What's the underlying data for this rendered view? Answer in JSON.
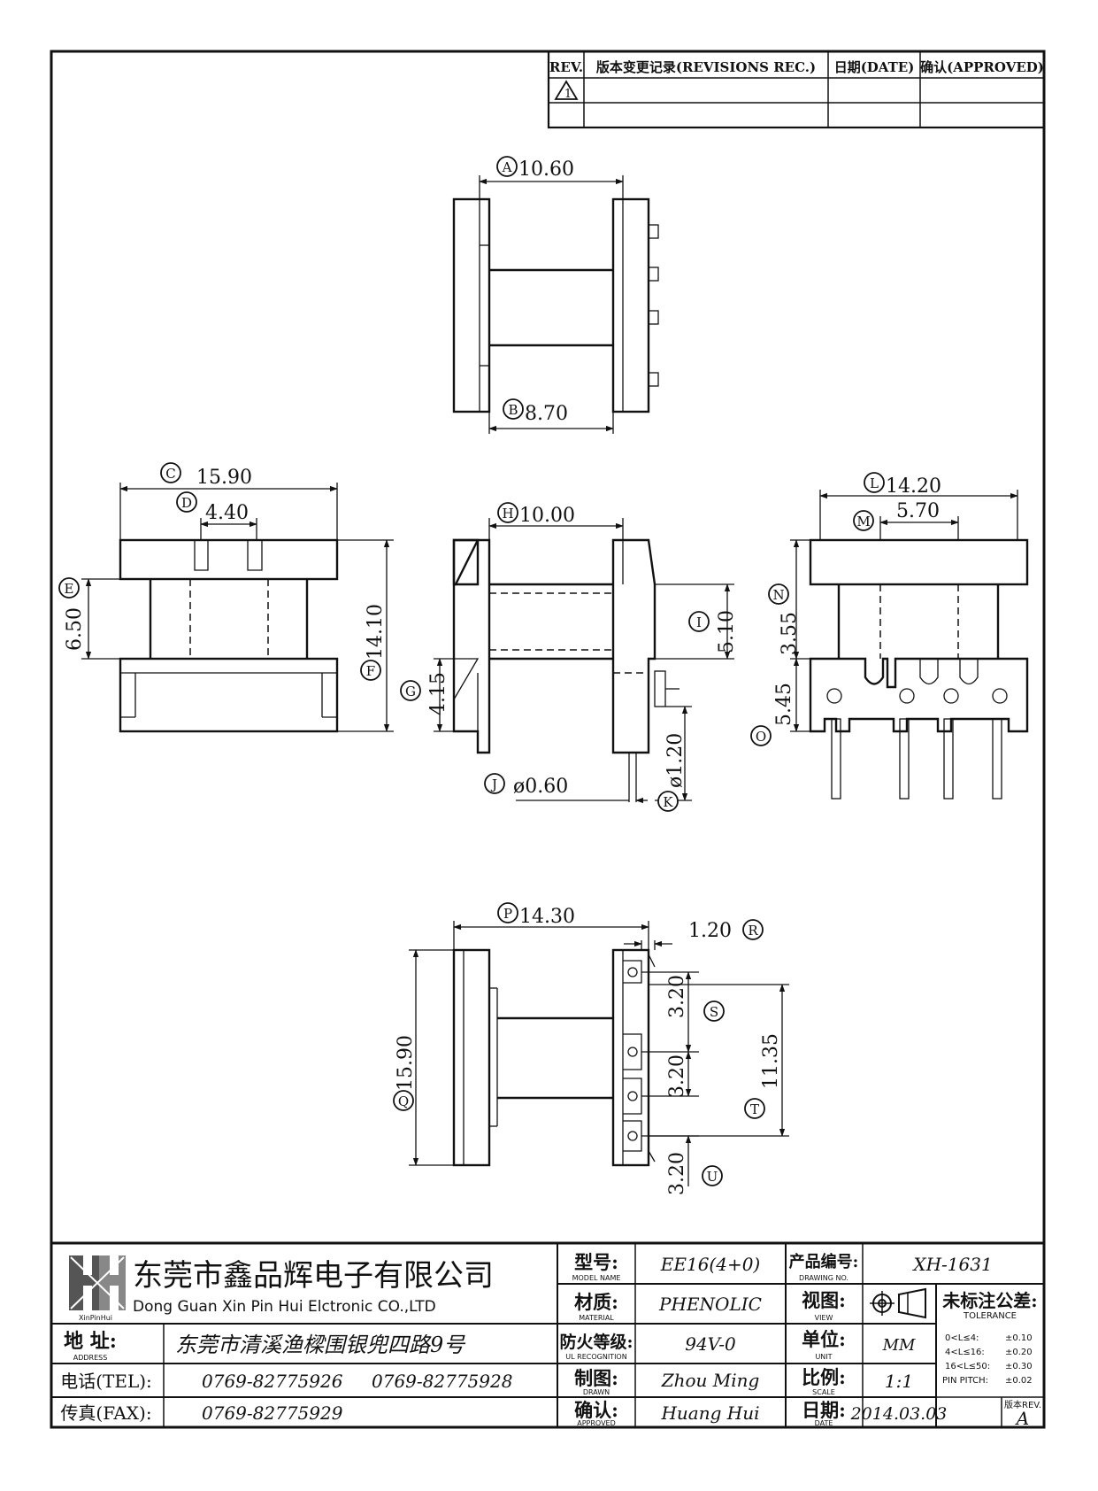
{
  "revision_table": {
    "col_rev": "REV.",
    "col_record": "版本变更记录(REVISIONS REC.)",
    "col_date": "日期(DATE)",
    "col_approved": "确认(APPROVED)",
    "row1_rev": "1"
  },
  "dimensions": {
    "A": {
      "letter": "A",
      "value": "10.60"
    },
    "B": {
      "letter": "B",
      "value": "8.70"
    },
    "C": {
      "letter": "C",
      "value": "15.90"
    },
    "D": {
      "letter": "D",
      "value": "4.40"
    },
    "E": {
      "letter": "E",
      "value": "6.50"
    },
    "F": {
      "letter": "F",
      "value": "14.10"
    },
    "G": {
      "letter": "G",
      "value": "4.15"
    },
    "H": {
      "letter": "H",
      "value": "10.00"
    },
    "I": {
      "letter": "I",
      "value": "5.10"
    },
    "J": {
      "letter": "J",
      "value": "ø0.60"
    },
    "K": {
      "letter": "K",
      "value": "ø1.20"
    },
    "L": {
      "letter": "L",
      "value": "14.20"
    },
    "M": {
      "letter": "M",
      "value": "5.70"
    },
    "N": {
      "letter": "N",
      "value": "3.55"
    },
    "O": {
      "letter": "O",
      "value": "5.45"
    },
    "P": {
      "letter": "P",
      "value": "14.30"
    },
    "Q": {
      "letter": "Q",
      "value": "15.90"
    },
    "R": {
      "letter": "R",
      "value": "1.20"
    },
    "S": {
      "letter": "S",
      "value": "3.20"
    },
    "T": {
      "letter": "T",
      "value": "11.35"
    },
    "U": {
      "letter": "U",
      "value": "3.20"
    },
    "S2": {
      "value": "3.20"
    }
  },
  "title_block": {
    "logo_text": "XinPinHui",
    "company_cn": "东莞市鑫品辉电子有限公司",
    "company_en": "Dong Guan Xin Pin Hui Elctronic CO.,LTD",
    "address_label_cn": "地  址:",
    "address_label_en": "ADDRESS",
    "address_value": "东莞市清溪渔樑围银兜四路9号",
    "tel_label": "电话(TEL):",
    "tel_value1": "0769-82775926",
    "tel_value2": "0769-82775928",
    "fax_label": "传真(FAX):",
    "fax_value": "0769-82775929",
    "model_label_cn": "型号:",
    "model_label_en": "MODEL NAME",
    "model_value": "EE16(4+0)",
    "material_label_cn": "材质:",
    "material_label_en": "MATERIAL",
    "material_value": "PHENOLIC",
    "ul_label_cn": "防火等级:",
    "ul_label_en": "UL RECOGNITION",
    "ul_value": "94V-0",
    "drawn_label_cn": "制图:",
    "drawn_label_en": "DRAWN",
    "drawn_value": "Zhou Ming",
    "approved_label_cn": "确认:",
    "approved_label_en": "APPROVED",
    "approved_value": "Huang Hui",
    "drawing_no_label_cn": "产品编号:",
    "drawing_no_label_en": "DRAWING NO.",
    "drawing_no_value": "XH-1631",
    "view_label_cn": "视图:",
    "view_label_en": "VIEW",
    "unit_label_cn": "单位:",
    "unit_label_en": "UNIT",
    "unit_value": "MM",
    "scale_label_cn": "比例:",
    "scale_label_en": "SCALE",
    "scale_value": "1:1",
    "date_label_cn": "日期:",
    "date_label_en": "DATE",
    "date_value": "2014.03.03",
    "tolerance_title_cn": "未标注公差:",
    "tolerance_title_en": "TOLERANCE",
    "tolerance_rows": [
      {
        "range": "0<L≤4:",
        "value": "±0.10"
      },
      {
        "range": "4<L≤16:",
        "value": "±0.20"
      },
      {
        "range": "16<L≤50:",
        "value": "±0.30"
      },
      {
        "range": "PIN PITCH:",
        "value": "±0.02"
      }
    ],
    "rev_label": "版本REV.",
    "rev_value": "A"
  }
}
